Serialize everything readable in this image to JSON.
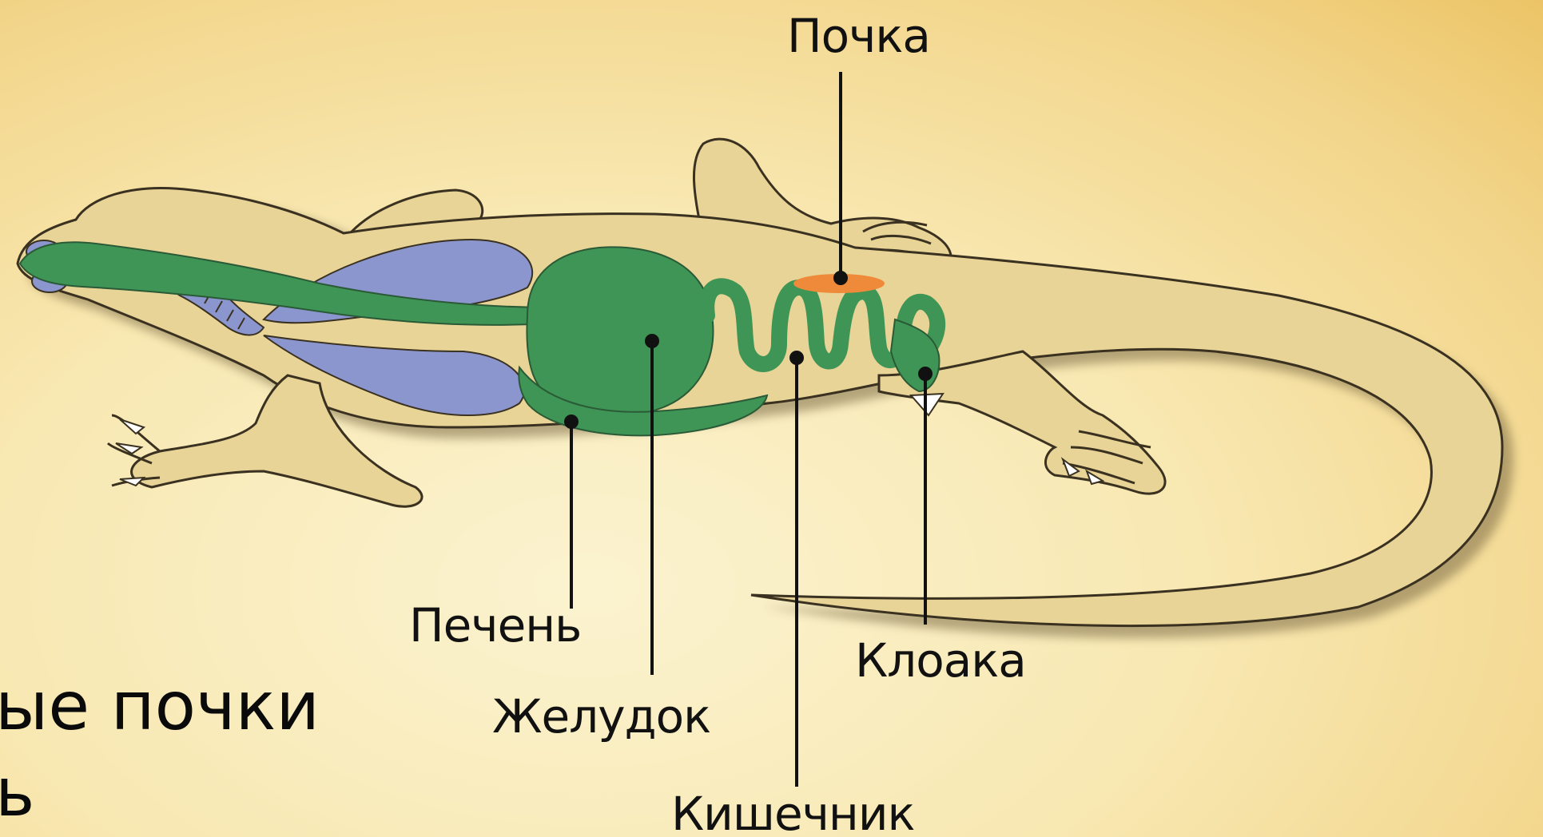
{
  "labels": {
    "kidney": "Почка",
    "liver": "Печень",
    "stomach": "Желудок",
    "intestine": "Кишечник",
    "cloaca": "Клоака"
  },
  "slide_text": {
    "line1": "ые почки",
    "line2": "ь"
  },
  "colors": {
    "body": "#e8d497",
    "body_outline": "#3a3120",
    "shadow": "#8a7a52",
    "digestive": "#3f9556",
    "lungs": "#8b96cf",
    "kidney": "#ee8a3a",
    "leader": "#111111",
    "background": "#f8e8b2"
  }
}
